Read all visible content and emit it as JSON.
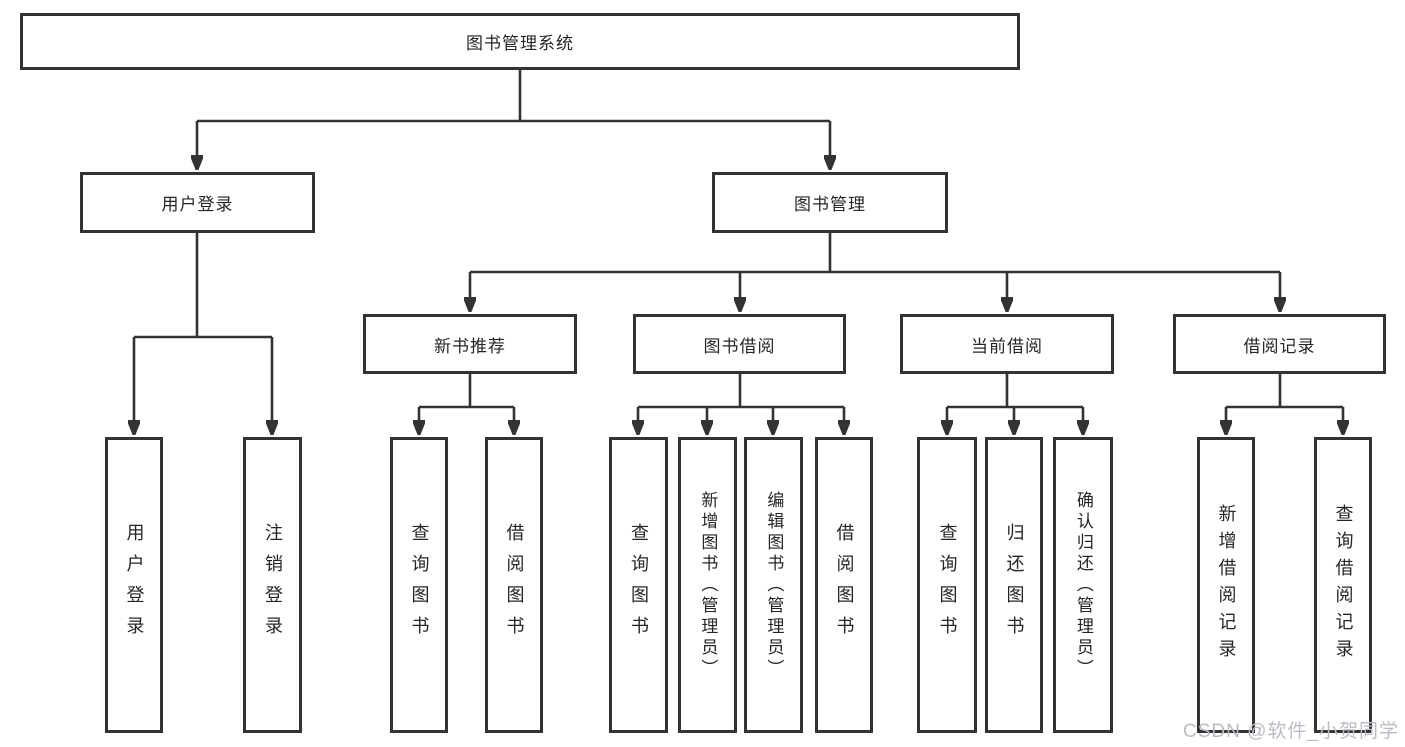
{
  "diagram": {
    "title": "图书管理系统",
    "branches": [
      {
        "label": "用户登录",
        "children": [
          {
            "label": "用户登录"
          },
          {
            "label": "注销登录"
          }
        ]
      },
      {
        "label": "图书管理",
        "children": [
          {
            "label": "新书推荐",
            "children": [
              {
                "label": "查询图书"
              },
              {
                "label": "借阅图书"
              }
            ]
          },
          {
            "label": "图书借阅",
            "children": [
              {
                "label": "查询图书"
              },
              {
                "label": "新增图书（管理员）"
              },
              {
                "label": "编辑图书（管理员）"
              },
              {
                "label": "借阅图书"
              }
            ]
          },
          {
            "label": "当前借阅",
            "children": [
              {
                "label": "查询图书"
              },
              {
                "label": "归还图书"
              },
              {
                "label": "确认归还（管理员）"
              }
            ]
          },
          {
            "label": "借阅记录",
            "children": [
              {
                "label": "新增借阅记录"
              },
              {
                "label": "查询借阅记录"
              }
            ]
          }
        ]
      }
    ]
  },
  "watermark": {
    "text": "CSDN @软件_小贺同学"
  },
  "colors": {
    "line": "#333333",
    "text": "#262626",
    "watermark": "#b9bdc3",
    "bg": "#ffffff"
  }
}
